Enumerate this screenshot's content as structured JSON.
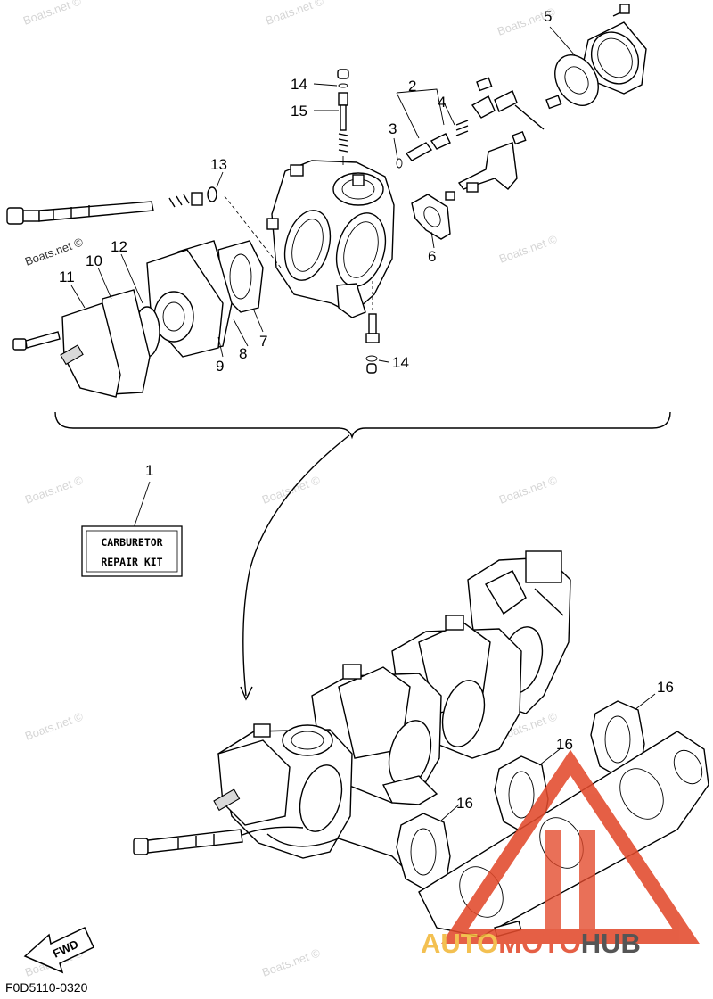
{
  "diagram": {
    "callouts": [
      {
        "id": "c5",
        "text": "5"
      },
      {
        "id": "c14a",
        "text": "14"
      },
      {
        "id": "c15",
        "text": "15"
      },
      {
        "id": "c2",
        "text": "2"
      },
      {
        "id": "c4",
        "text": "4"
      },
      {
        "id": "c3",
        "text": "3"
      },
      {
        "id": "c13",
        "text": "13"
      },
      {
        "id": "c6",
        "text": "6"
      },
      {
        "id": "c12",
        "text": "12"
      },
      {
        "id": "c10",
        "text": "10"
      },
      {
        "id": "c11",
        "text": "11"
      },
      {
        "id": "c7",
        "text": "7"
      },
      {
        "id": "c8",
        "text": "8"
      },
      {
        "id": "c9",
        "text": "9"
      },
      {
        "id": "c14b",
        "text": "14"
      },
      {
        "id": "c1",
        "text": "1"
      },
      {
        "id": "c16a",
        "text": "16"
      },
      {
        "id": "c16b",
        "text": "16"
      },
      {
        "id": "c16c",
        "text": "16"
      }
    ],
    "kit_label": {
      "line1": "CARBURETOR",
      "line2": "REPAIR KIT"
    },
    "fwd_label": "FWD",
    "drawing_code": "F0D5110-0320",
    "watermark": "Boats.net ©",
    "brand": {
      "part1": "AUTO",
      "part2": "MOTO",
      "part3": "HUB"
    },
    "colors": {
      "brand_yellow": "#f2b83a",
      "brand_red": "#e24a2c",
      "brand_dark": "#3e3e3e",
      "watermark": "#d6d6d6"
    }
  }
}
